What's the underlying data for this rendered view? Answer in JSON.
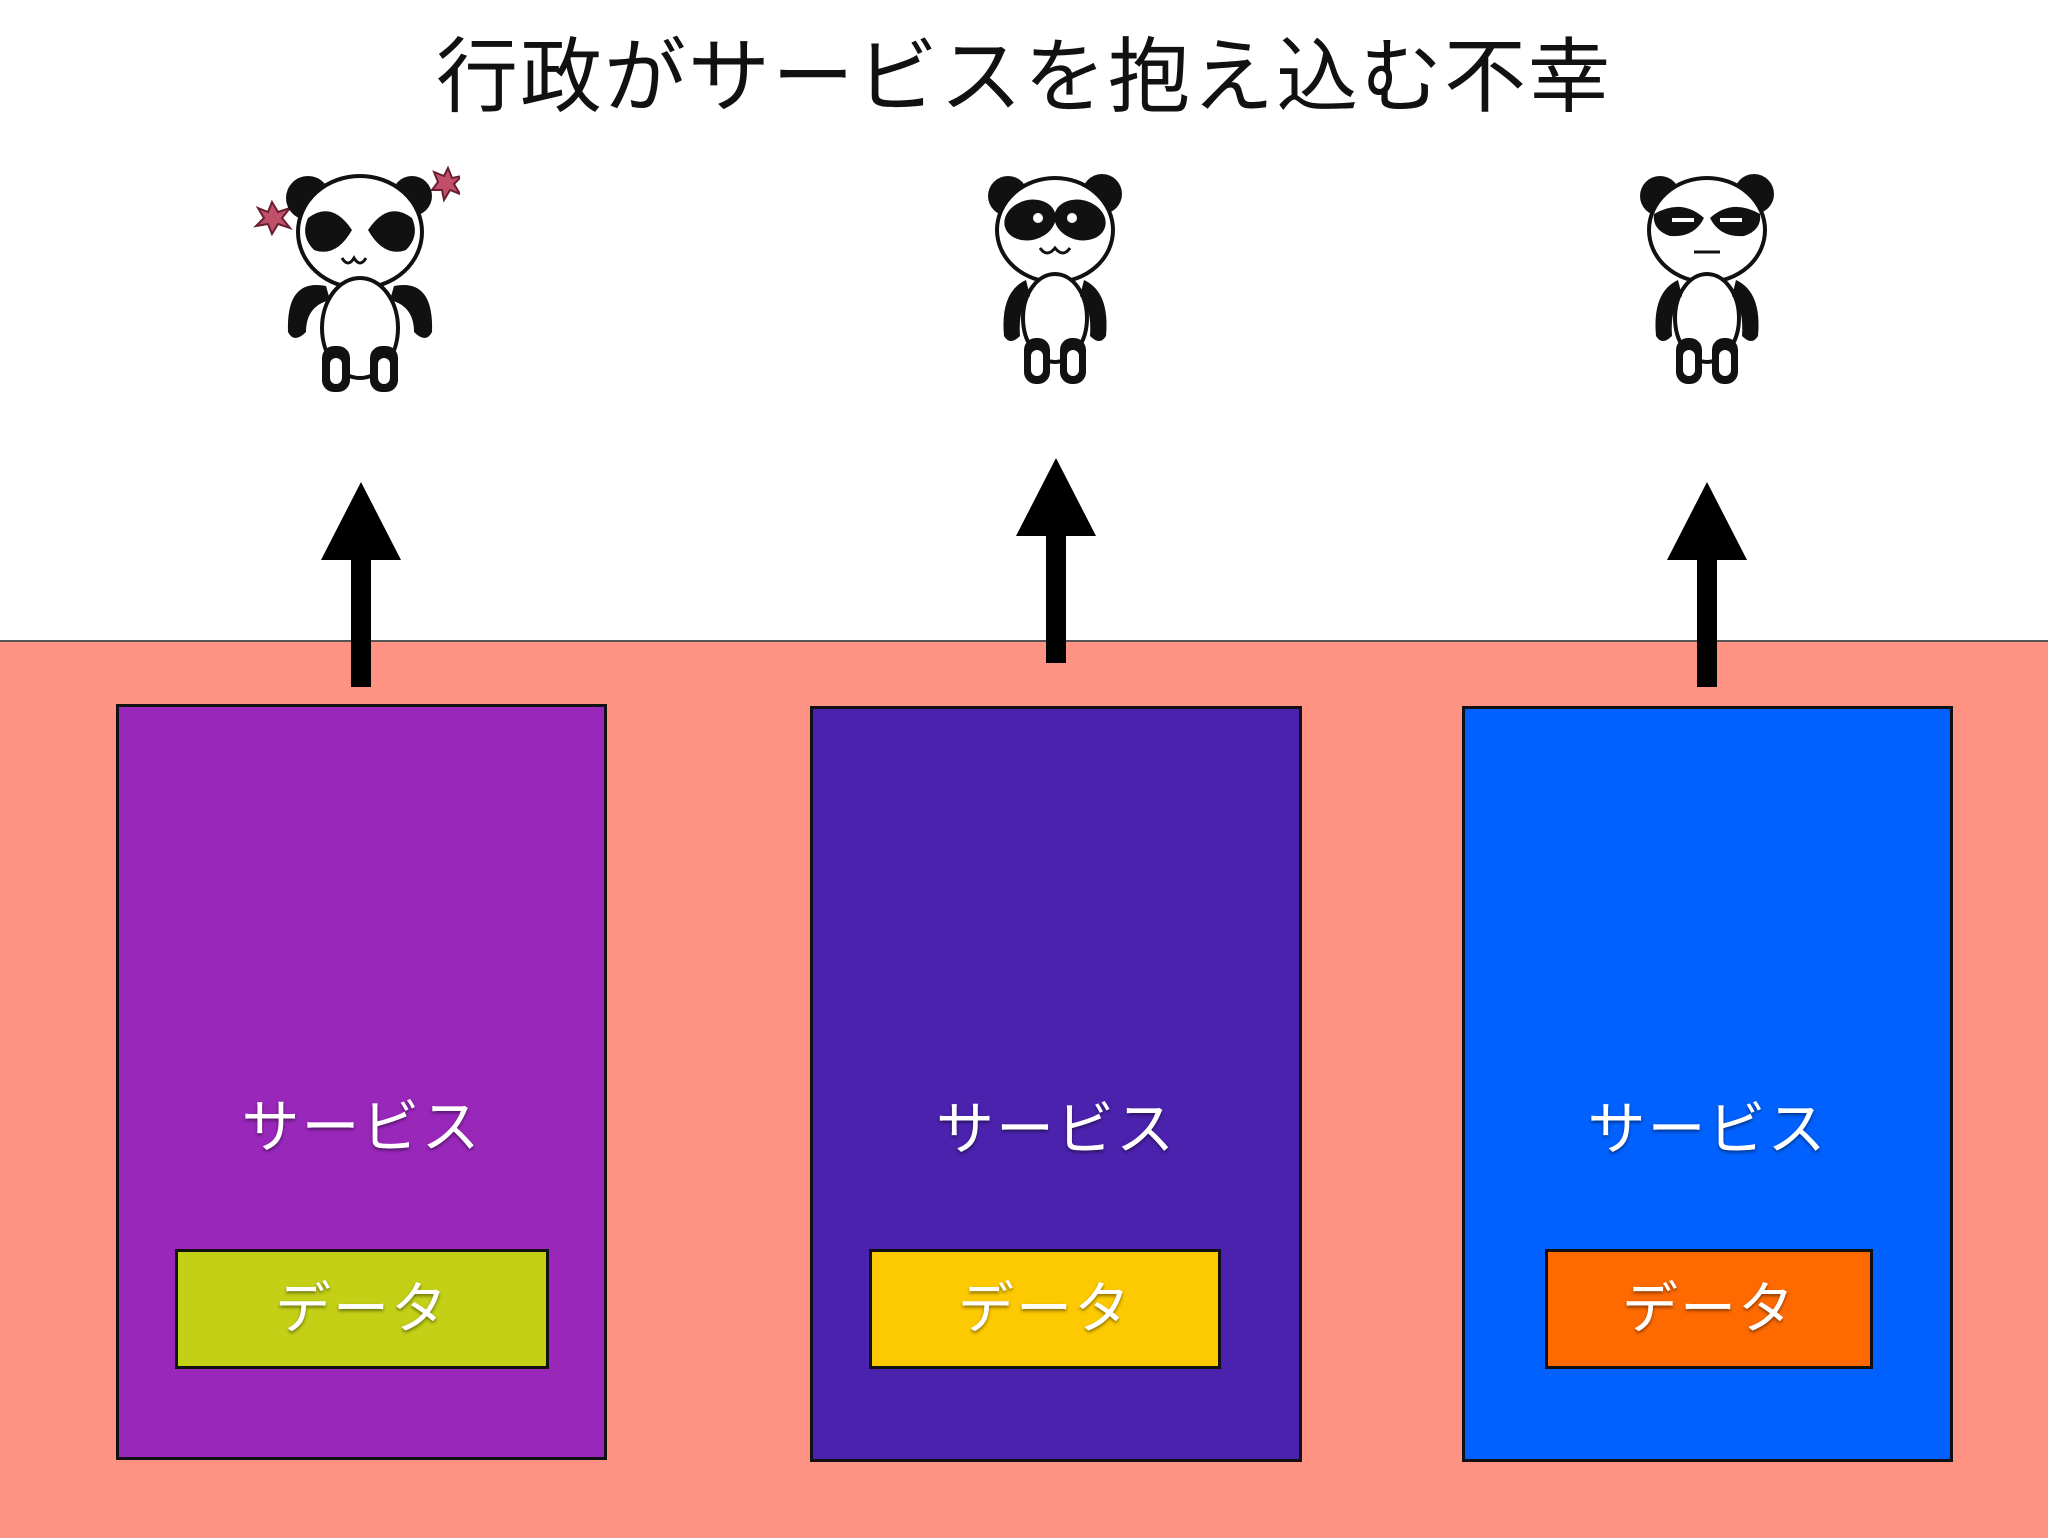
{
  "title": "行政がサービスを抱え込む不幸",
  "colors": {
    "government_area": "#fe9384",
    "background": "#ffffff"
  },
  "columns": [
    {
      "service_label": "サービス",
      "data_label": "データ",
      "service_color": "#9927ba",
      "data_color": "#c3d016",
      "panda_mood": "angry"
    },
    {
      "service_label": "サービス",
      "data_label": "データ",
      "service_color": "#4b22ad",
      "data_color": "#fdc901",
      "panda_mood": "happy"
    },
    {
      "service_label": "サービス",
      "data_label": "データ",
      "service_color": "#0061fe",
      "data_color": "#fe6a00",
      "panda_mood": "displeased"
    }
  ]
}
